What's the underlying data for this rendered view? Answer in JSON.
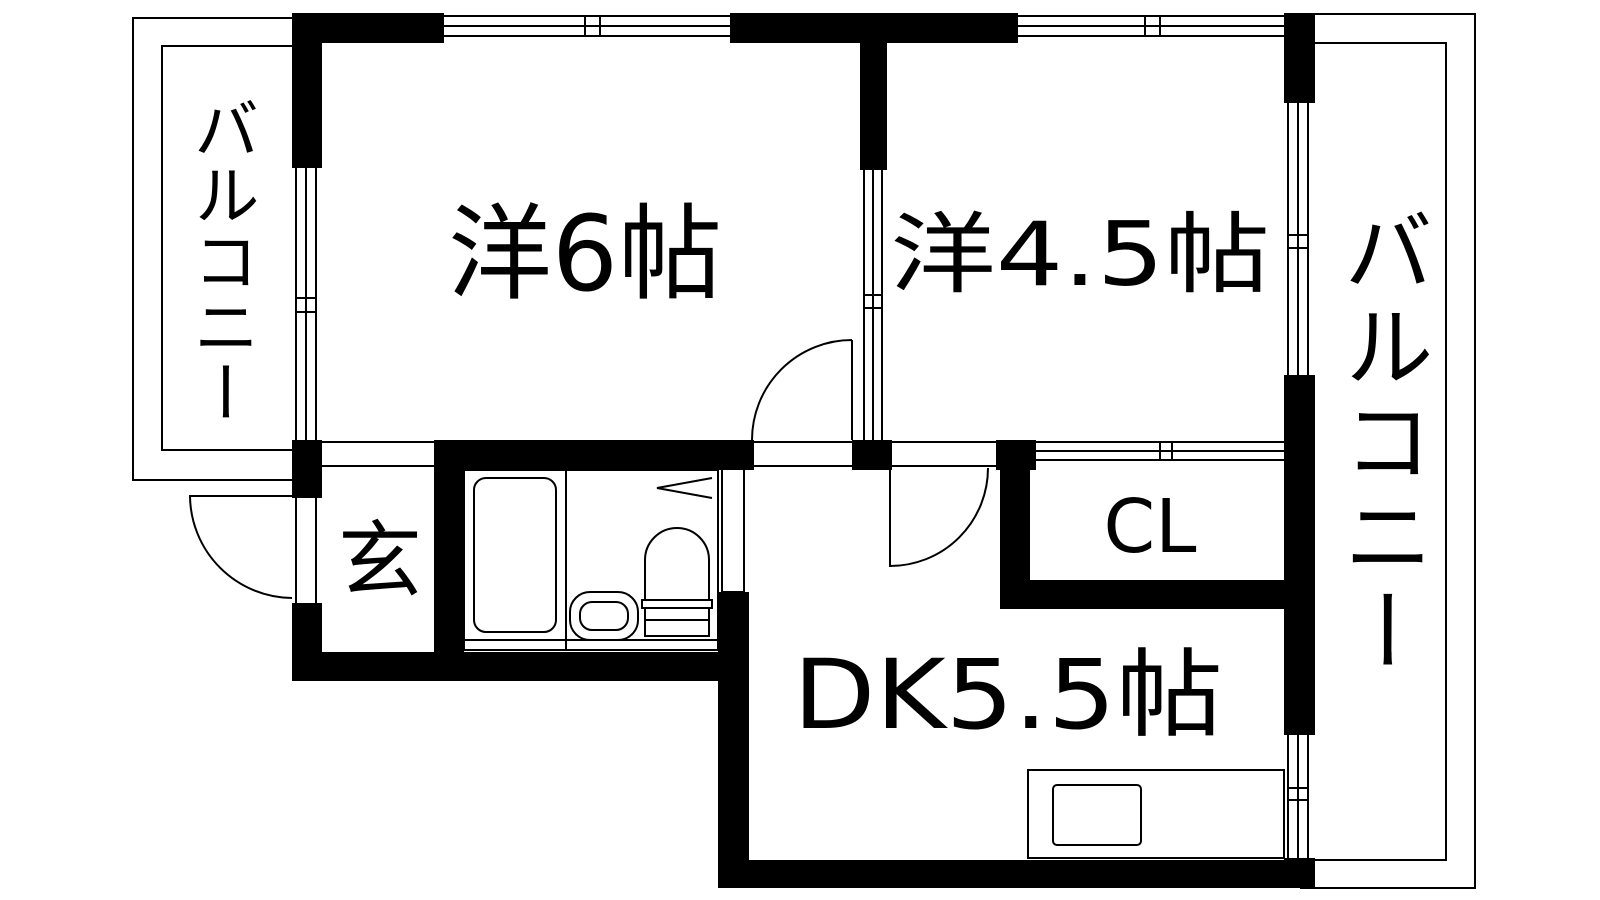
{
  "rooms": {
    "western_6": "洋6帖",
    "western_4_5": "洋4.5帖",
    "dk": "DK5.5帖",
    "closet": "CL",
    "entrance": "玄"
  },
  "balconies": {
    "left": "バルコニー",
    "right": "バルコニー"
  }
}
